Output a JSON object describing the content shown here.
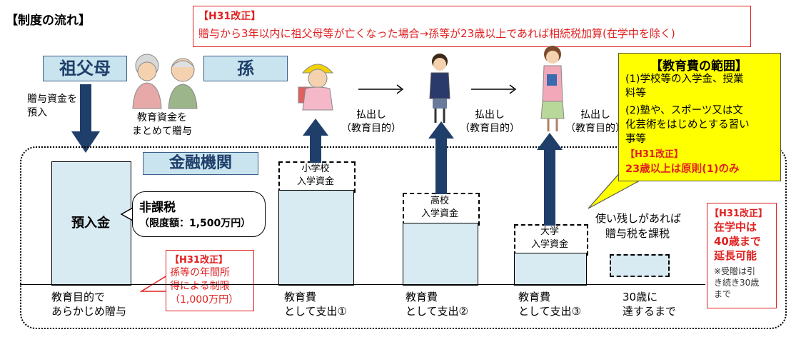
{
  "title": "【制度の流れ】",
  "header_note": {
    "tag": "【H31改正】",
    "text": "贈与から3年以内に祖父母等が亡くなった場合→孫等が23歳以上であれば相続税加算(在学中を除く)"
  },
  "grandparent_label": "祖父母",
  "grandchild_label": "孫",
  "gift_funds_label": [
    "贈与資金を",
    "預入"
  ],
  "lump_sum_label": [
    "教育資金を",
    "まとめて贈与"
  ],
  "withdraw_label": "払出し",
  "withdraw_purpose": "（教育目的）",
  "institution_label": "金融機関",
  "deposit_label": "預入金",
  "tax_free": {
    "title": "非課税",
    "limit": "（限度額：1,500万円）"
  },
  "income_limit_note": {
    "tag": "【H31改正】",
    "lines": [
      "孫等の年間所",
      "得による制限",
      "（1,000万円）"
    ]
  },
  "stages": [
    {
      "fund_label": [
        "小学校",
        "入学資金"
      ],
      "bottom_label": [
        "教育費",
        "として支出①"
      ]
    },
    {
      "fund_label": [
        "高校",
        "入学資金"
      ],
      "bottom_label": [
        "教育費",
        "として支出②"
      ]
    },
    {
      "fund_label": [
        "大学",
        "入学資金"
      ],
      "bottom_label": [
        "教育費",
        "として支出③"
      ]
    }
  ],
  "bottom_first": [
    "教育目的で",
    "あらかじめ贈与"
  ],
  "bottom_last": [
    "30歳に",
    "達するまで"
  ],
  "leftover": [
    "使い残しがあれば",
    "贈与税を課税"
  ],
  "education_scope": {
    "title": "【教育費の範囲】",
    "items": [
      "(1)学校等の入学金、授業",
      "料等",
      "(2)塾や、スポーツ又は文",
      "化芸術をはじめとする習い",
      "事等"
    ],
    "tag": "【H31改正】",
    "note": "23歳以上は原則(1)のみ"
  },
  "age_extension": {
    "tag": "【H31改正】",
    "lines": [
      "在学中は",
      "40歳まで",
      "延長可能"
    ],
    "footnote": [
      "※受贈は引",
      "き続き30歳",
      "まで"
    ]
  },
  "colors": {
    "role_fill": "#c9e3ef",
    "arrow": "#1f3f6a",
    "account_fill": "#d8eaf2",
    "highlight_red": "#e02020",
    "scope_fill": "#ffff00"
  }
}
